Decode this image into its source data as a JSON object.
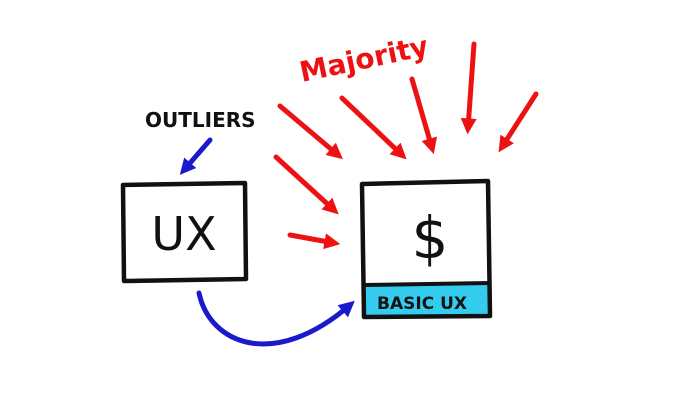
{
  "diagram": {
    "labels": {
      "majority": "Majority",
      "outliers": "OUTLIERS",
      "ux_box": "UX",
      "dollar_box": "$",
      "basic_ux": "BASIC UX"
    },
    "colors": {
      "red_arrows": "#ee1111",
      "blue_arrows": "#1a1acc",
      "ink": "#111111",
      "basic_ux_fill": "#33ccee"
    }
  }
}
